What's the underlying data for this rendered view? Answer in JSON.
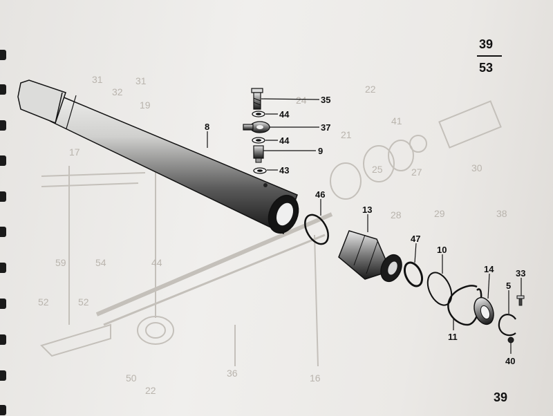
{
  "page_number": {
    "top": "39",
    "bottom": "53",
    "footer": "39"
  },
  "part_labels": [
    "35",
    "44",
    "37",
    "44",
    "9",
    "43",
    "8",
    "46",
    "13",
    "47",
    "10",
    "14",
    "33",
    "5",
    "11",
    "40"
  ],
  "ghost_labels": [
    "31",
    "32",
    "31",
    "19",
    "17",
    "24",
    "21",
    "22",
    "25",
    "41",
    "27",
    "28",
    "29",
    "30",
    "38",
    "59",
    "54",
    "44",
    "52",
    "52",
    "50",
    "36",
    "16",
    "22"
  ],
  "colors": {
    "ink": "#111111",
    "ghost": "#b9b4ad",
    "paper": "#eceae7"
  }
}
